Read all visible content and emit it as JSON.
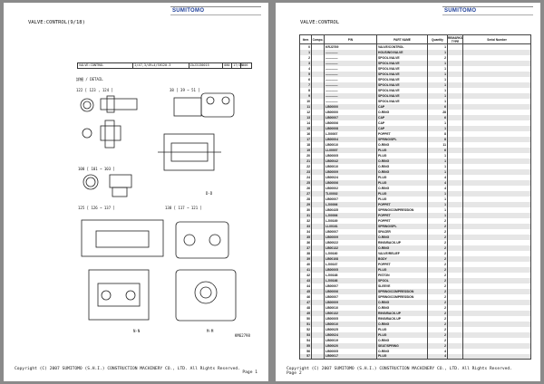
{
  "brand": "SUMITOMO",
  "page1": {
    "title": "VALVE:CONTROL(9/18)",
    "header_box": [
      "VALVE:CONTROL",
      "2/47,3/49+4/SH120-3",
      "ZAJ3130015",
      "080",
      "17/18",
      "006"
    ],
    "detail_label": "詳細 / DETAIL",
    "callouts": [
      "122 [ 123 , 124 ]",
      "38 [ 39 ~ 51 ]",
      "100 [ 101 ~ 103 ]",
      "125 [ 126 ~ 137 ]",
      "138 [ 117 ~ 121 ]"
    ],
    "section_labels": [
      "D-D",
      "N-N",
      "M-M"
    ],
    "drawing_no": "KM62798",
    "footer": "Copyright (C) 2007 SUMITOMO (S.H.I.) CONSTRUCTION MACHINERY CO., LTD. All Rights Reserved.",
    "page_num": "Page 1"
  },
  "page2": {
    "title": "VALVE:CONTROL",
    "columns": [
      "Item",
      "Compo.",
      "P/N",
      "PART NAME",
      "Quantity",
      "REMARKS TYPE",
      "Serial Number"
    ],
    "rows": [
      [
        "0",
        "",
        "KRJ2769",
        "VALVE/CONTROL",
        "1"
      ],
      [
        "1",
        "",
        "————",
        "HOUSING/VALVE",
        "1"
      ],
      [
        "2",
        "",
        "————",
        "SPOOL/VALVE",
        "2"
      ],
      [
        "3",
        "",
        "————",
        "SPOOL/VALVE",
        "1"
      ],
      [
        "4",
        "",
        "————",
        "SPOOL/VALVE",
        "1"
      ],
      [
        "5",
        "",
        "————",
        "SPOOL/VALVE",
        "1"
      ],
      [
        "6",
        "",
        "————",
        "SPOOL/VALVE",
        "1"
      ],
      [
        "7",
        "",
        "————",
        "SPOOL/VALVE",
        "1"
      ],
      [
        "8",
        "",
        "————",
        "SPOOL/VALVE",
        "1"
      ],
      [
        "9",
        "",
        "————",
        "SPOOL/VALVE",
        "1"
      ],
      [
        "10",
        "",
        "————",
        "SPOOL/VALVE",
        "1"
      ],
      [
        "11",
        "",
        "LB00000",
        "CAP",
        "6"
      ],
      [
        "12",
        "",
        "LB00000",
        "O-RING",
        "28"
      ],
      [
        "13",
        "",
        "LB00007",
        "CAP",
        "6"
      ],
      [
        "14",
        "",
        "LB00006",
        "CAP",
        "1"
      ],
      [
        "15",
        "",
        "LB00008",
        "CAP",
        "1"
      ],
      [
        "16",
        "",
        "LJ00007",
        "POPPET",
        "8"
      ],
      [
        "17",
        "",
        "LB00004",
        "SPRING/SPL",
        "8"
      ],
      [
        "18",
        "",
        "LB00010",
        "O-RING",
        "11"
      ],
      [
        "19",
        "",
        "LL00007",
        "PLUG",
        "6"
      ],
      [
        "20",
        "",
        "LB00005",
        "PLUG",
        "1"
      ],
      [
        "21",
        "",
        "LB00042",
        "O-RING",
        "1"
      ],
      [
        "22",
        "",
        "LB00010",
        "O-RING",
        "1"
      ],
      [
        "23",
        "",
        "LB00009",
        "O-RING",
        "1"
      ],
      [
        "24",
        "",
        "LB00024",
        "PLUG",
        "4"
      ],
      [
        "25",
        "",
        "LB00006",
        "PLUG",
        "4"
      ],
      [
        "26",
        "",
        "LB00002",
        "O-RING",
        "4"
      ],
      [
        "27",
        "",
        "TL00002",
        "PLUG",
        "1"
      ],
      [
        "28",
        "",
        "LB00007",
        "PLUG",
        "1"
      ],
      [
        "29",
        "",
        "LJ00006",
        "POPPET",
        "1"
      ],
      [
        "30",
        "",
        "LB00435",
        "SPRING/COMPRESSION",
        "1"
      ],
      [
        "31",
        "",
        "LJ00006",
        "POPPET",
        "1"
      ],
      [
        "32",
        "",
        "LJ00169",
        "POPPET",
        "2"
      ],
      [
        "33",
        "",
        "LL00161",
        "SPRING/SPL",
        "2"
      ],
      [
        "34",
        "",
        "LB00007",
        "SPACER",
        "2"
      ],
      [
        "35",
        "",
        "LB00009",
        "O-RING",
        "2"
      ],
      [
        "36",
        "",
        "LB00022",
        "RING/BACK-UP",
        "2"
      ],
      [
        "37",
        "",
        "LB00132",
        "O-RING",
        "2"
      ],
      [
        "38",
        "",
        "LJ00160",
        "VALVE/RELIEF",
        "2"
      ],
      [
        "39",
        "",
        "LB00108",
        "BODY",
        "2"
      ],
      [
        "40",
        "",
        "LJ00167",
        "POPPET",
        "2"
      ],
      [
        "41",
        "",
        "LB00005",
        "PLUG",
        "2"
      ],
      [
        "42",
        "",
        "LJ00168",
        "PISTON",
        "2"
      ],
      [
        "43",
        "",
        "LJ00166",
        "SPOOL",
        "2"
      ],
      [
        "44",
        "",
        "LB00007",
        "SLEEVE",
        "2"
      ],
      [
        "45",
        "",
        "LB00006",
        "SPRING/COMPRESSION",
        "2"
      ],
      [
        "46",
        "",
        "LB00007",
        "SPRING/COMPRESSION",
        "2"
      ],
      [
        "47",
        "",
        "LB00009",
        "O-RING",
        "2"
      ],
      [
        "48",
        "",
        "LB00010",
        "O-RING",
        "2"
      ],
      [
        "49",
        "",
        "LB00132",
        "RING/BACK-UP",
        "2"
      ],
      [
        "50",
        "",
        "LB00005",
        "RING/BACK-UP",
        "2"
      ],
      [
        "51",
        "",
        "LB00010",
        "O-RING",
        "2"
      ],
      [
        "52",
        "",
        "LB00025",
        "PLUG",
        "2"
      ],
      [
        "53",
        "",
        "LB00024",
        "PLUG",
        "2"
      ],
      [
        "54",
        "",
        "LB00019",
        "O-RING",
        "2"
      ],
      [
        "55",
        "",
        "LB00020",
        "SEAT/SPRING",
        "2"
      ],
      [
        "56",
        "",
        "LB00005",
        "O-RING",
        "4"
      ],
      [
        "57",
        "",
        "LB00017",
        "PLUG",
        "4"
      ]
    ],
    "footer": "Copyright (C) 2007 SUMITOMO (S.H.I.) CONSTRUCTION MACHINERY CO., LTD. All Rights Reserved.",
    "page_num": "Page 2"
  }
}
